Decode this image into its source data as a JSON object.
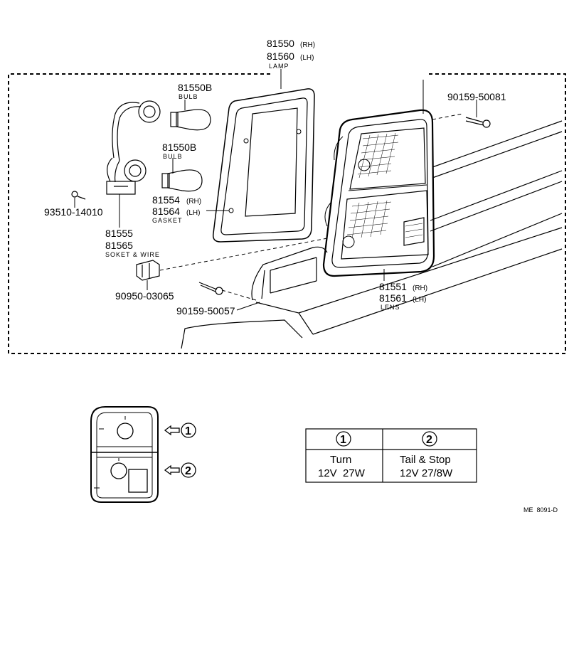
{
  "labels": {
    "lamp_rh": "81550",
    "lamp_rh_suffix": "(RH)",
    "lamp_lh": "81560",
    "lamp_lh_suffix": "(LH)",
    "lamp_name": "LAMP",
    "bulb1": "81550B",
    "bulb1_name": "BULB",
    "bulb2": "81550B",
    "bulb2_name": "BULB",
    "screw_top": "90159-50081",
    "gasket_rh": "81554",
    "gasket_rh_suffix": "(RH)",
    "gasket_lh": "81564",
    "gasket_lh_suffix": "(LH)",
    "gasket_name": "GASKET",
    "screw_small": "93510-14010",
    "socket1": "81555",
    "socket2": "81565",
    "socket_name": "SOKET & WIRE",
    "clip": "90950-03065",
    "screw_bottom": "90159-50057",
    "lens_rh": "81551",
    "lens_rh_suffix": "(RH)",
    "lens_lh": "81561",
    "lens_lh_suffix": "(LH)",
    "lens_name": "LENS"
  },
  "callouts": [
    "1",
    "2"
  ],
  "spec_table": {
    "headers": [
      "1",
      "2"
    ],
    "row1": [
      "Turn",
      "Tail & Stop"
    ],
    "row2": [
      "12V  27W",
      "12V 27/8W"
    ]
  },
  "doc_code": "ME  8091-D"
}
